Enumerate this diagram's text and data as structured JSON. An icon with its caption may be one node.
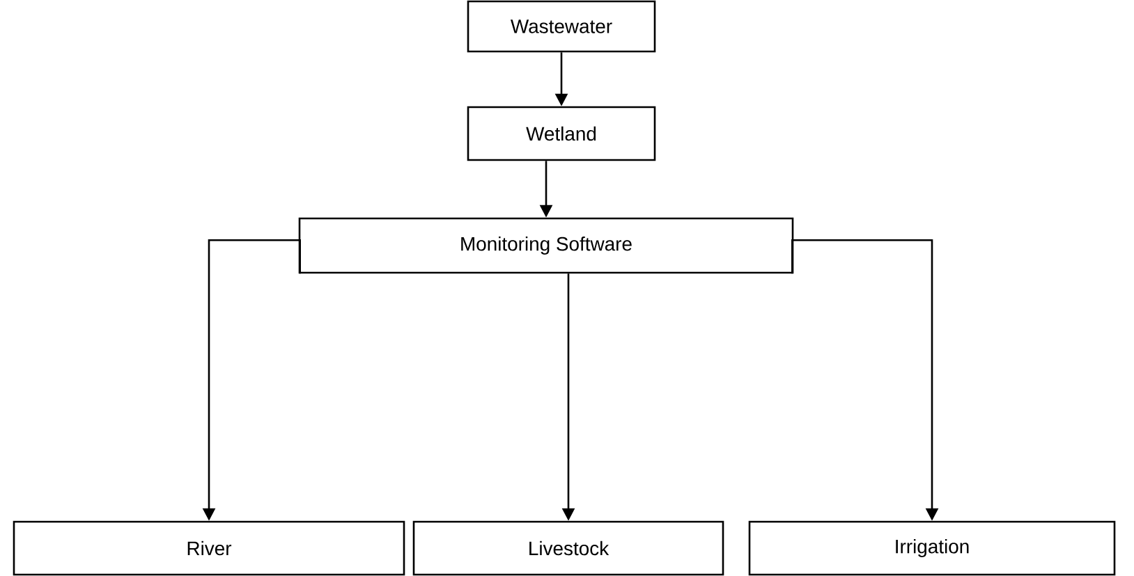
{
  "diagram": {
    "nodes": [
      {
        "text": [
          "Wastewater"
        ]
      },
      {
        "text": [
          "Wetland"
        ]
      },
      {
        "text": [
          "Monitoring Software"
        ]
      },
      {
        "text": [
          "River"
        ]
      },
      {
        "text": [
          "Livestock"
        ]
      },
      {
        "text": [
          "Irrigation"
        ]
      }
    ],
    "edges": [
      {
        "from": 0,
        "to": 1,
        "arrow": "to"
      },
      {
        "from": 1,
        "to": 2,
        "arrow": "to"
      },
      {
        "from": 2,
        "to": 3,
        "arrow": "to"
      },
      {
        "from": 2,
        "to": 4,
        "arrow": "to"
      },
      {
        "from": 2,
        "to": 5,
        "arrow": "to"
      }
    ]
  }
}
